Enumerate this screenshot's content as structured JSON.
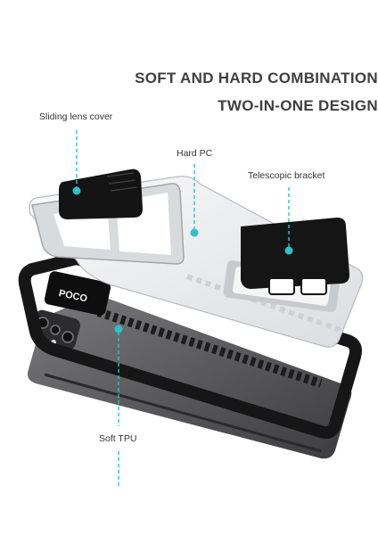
{
  "headline": {
    "line1": "SOFT AND HARD COMBINATION",
    "line2": "TWO-IN-ONE DESIGN"
  },
  "callouts": {
    "lens_cover": "Sliding lens cover",
    "hard_pc": "Hard PC",
    "bracket": "Telescopic bracket",
    "soft_tpu": "Soft TPU"
  },
  "phone": {
    "brand": "POCO"
  },
  "colors": {
    "accent": "#29c3c9",
    "case_white": "#eeeff1",
    "bumper_black": "#161616",
    "phone_gray": "#5a5a5c",
    "headline": "#3f3f3f"
  }
}
